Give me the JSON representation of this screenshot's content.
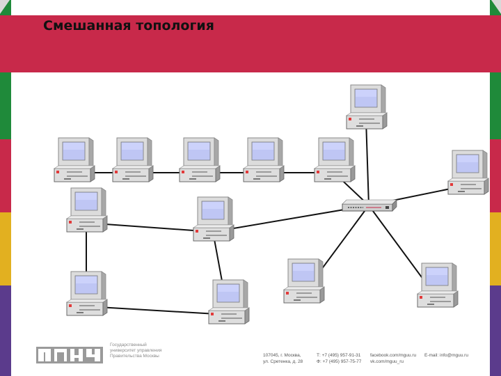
{
  "slide": {
    "title": "Смешанная топология"
  },
  "colors": {
    "accent": "#c8294a",
    "side_stripes": [
      "#1f8a3a",
      "#c8294a",
      "#e2b020",
      "#5b3b8c"
    ]
  },
  "diagram": {
    "icons": {
      "computer": "desktop-computer-icon",
      "hub": "network-hub-icon"
    },
    "nodes": [
      {
        "id": "pc-top-right",
        "type": "computer"
      },
      {
        "id": "pc-row1-1",
        "type": "computer"
      },
      {
        "id": "pc-row1-2",
        "type": "computer"
      },
      {
        "id": "pc-row1-3",
        "type": "computer"
      },
      {
        "id": "pc-row1-4",
        "type": "computer"
      },
      {
        "id": "pc-row1-5",
        "type": "computer"
      },
      {
        "id": "pc-right",
        "type": "computer"
      },
      {
        "id": "hub",
        "type": "hub"
      },
      {
        "id": "pc-mid-left",
        "type": "computer"
      },
      {
        "id": "pc-mid-center",
        "type": "computer"
      },
      {
        "id": "pc-bottom-left",
        "type": "computer"
      },
      {
        "id": "pc-bottom-center",
        "type": "computer"
      },
      {
        "id": "pc-bottom-hub-left",
        "type": "computer"
      },
      {
        "id": "pc-bottom-right",
        "type": "computer"
      }
    ],
    "links": [
      [
        "pc-row1-1",
        "pc-row1-2"
      ],
      [
        "pc-row1-2",
        "pc-row1-3"
      ],
      [
        "pc-row1-3",
        "pc-row1-4"
      ],
      [
        "pc-row1-4",
        "pc-row1-5"
      ],
      [
        "pc-top-right",
        "hub"
      ],
      [
        "pc-row1-5",
        "hub"
      ],
      [
        "pc-right",
        "hub"
      ],
      [
        "pc-bottom-hub-left",
        "hub"
      ],
      [
        "pc-bottom-right",
        "hub"
      ],
      [
        "pc-mid-center",
        "hub"
      ],
      [
        "pc-mid-left",
        "pc-mid-center"
      ],
      [
        "pc-mid-left",
        "pc-bottom-left"
      ],
      [
        "pc-mid-center",
        "pc-bottom-center"
      ],
      [
        "pc-bottom-left",
        "pc-bottom-center"
      ]
    ]
  },
  "footer": {
    "org_name": [
      "Государственный",
      "университет управления",
      "Правительства Москвы"
    ],
    "address": [
      "107045, г. Москва,",
      "ул. Сретенка, д. 28"
    ],
    "phones": [
      "Т: +7 (495) 957-91-31",
      "Ф: +7 (495) 957-75-77"
    ],
    "social": [
      "facebook.com/mguu.ru",
      "vk.com/mguu_ru"
    ],
    "email": "E-mail: info@mguu.ru"
  }
}
